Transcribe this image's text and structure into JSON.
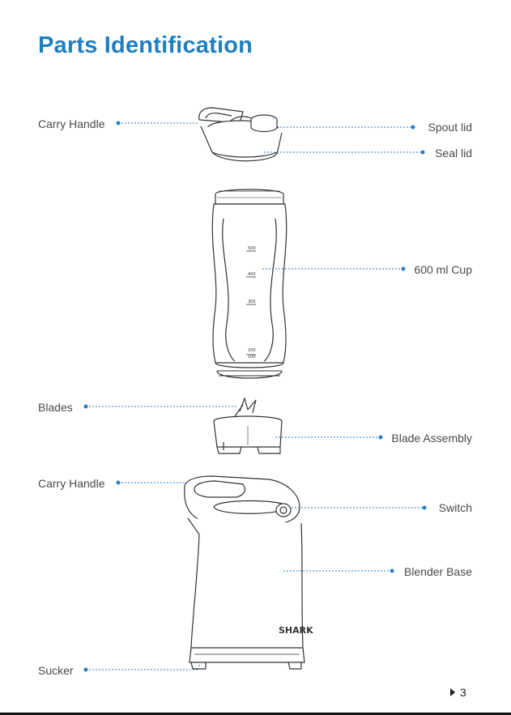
{
  "page": {
    "title": "Parts Identification",
    "page_number": "3"
  },
  "labels": {
    "carry_handle_top": "Carry Handle",
    "spout_lid": "Spout lid",
    "seal_lid": "Seal lid",
    "cup": "600 ml Cup",
    "blades": "Blades",
    "blade_assembly": "Blade Assembly",
    "carry_handle_base": "Carry Handle",
    "switch": "Switch",
    "blender_base": "Blender Base",
    "sucker": "Sucker"
  },
  "cup_markings": [
    "500",
    "400",
    "300",
    "200",
    "100"
  ],
  "brand_text": "SHARK",
  "colors": {
    "title": "#1f7fc1",
    "leader_line": "#2a7fc4",
    "outline": "#333333"
  }
}
